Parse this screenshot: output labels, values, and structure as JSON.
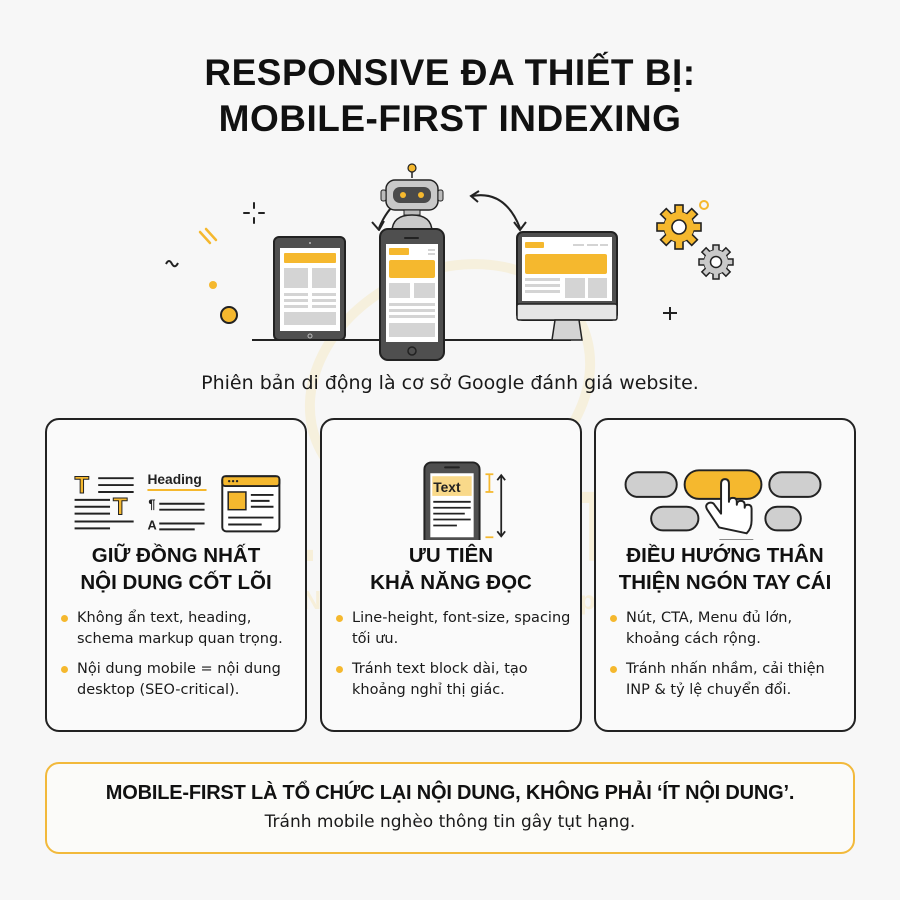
{
  "title": {
    "line1": "RESPONSIVE ĐA THIẾT BỊ:",
    "line2": "MOBILE-FIRST INDEXING"
  },
  "hero": {
    "devices": [
      "tablet",
      "smartphone",
      "desktop-monitor"
    ],
    "center_figure": "googlebot-robot",
    "decorations": [
      "gears",
      "sparkle",
      "plus",
      "dots"
    ]
  },
  "subtitle": "Phiên bản di động là cơ sở Google đánh giá website.",
  "cards": [
    {
      "icon": "typography-layout-icon",
      "icon_labels": {
        "heading": "Heading",
        "paragraph": "¶",
        "font": "A"
      },
      "title_line1": "GIỮ ĐỒNG NHẤT",
      "title_line2": "NỘI DUNG CỐT LÕI",
      "bullets": [
        "Không ẩn text, heading, schema markup quan trọng.",
        "Nội dung mobile = nội dung desktop (SEO-critical)."
      ]
    },
    {
      "icon": "readable-phone-icon",
      "icon_labels": {
        "text": "Text"
      },
      "title_line1": "ƯU TIÊN",
      "title_line2": "KHẢ NĂNG ĐỌC",
      "bullets": [
        "Line-height, font-size, spacing tối ưu.",
        "Tránh text block dài, tạo khoảng nghỉ thị giác."
      ]
    },
    {
      "icon": "thumb-tap-buttons-icon",
      "title_line1": "ĐIỀU HƯỚNG THÂN",
      "title_line2": "THIỆN NGÓN TAY CÁI",
      "bullets": [
        "Nút, CTA, Menu đủ lớn, khoảng cách rộng.",
        "Tránh nhấn nhầm, cải thiện INP & tỷ lệ chuyển đổi."
      ]
    }
  ],
  "footer": {
    "main": "MOBILE-FIRST LÀ TỔ CHỨC LẠI NỘI DUNG, KHÔNG PHẢI ‘ÍT NỘI DUNG’.",
    "sub": "Tránh mobile nghèo thông tin gây tụt hạng."
  },
  "watermark": {
    "brand": "LIGHT",
    "tagline": "Nhanh - Chuẩn - Đẹp"
  },
  "colors": {
    "accent": "#f5b82e",
    "dark": "#111111",
    "device_gray": "#5a5a5a",
    "placeholder_gray": "#d4d4d4",
    "background": "#f7f7f7"
  }
}
